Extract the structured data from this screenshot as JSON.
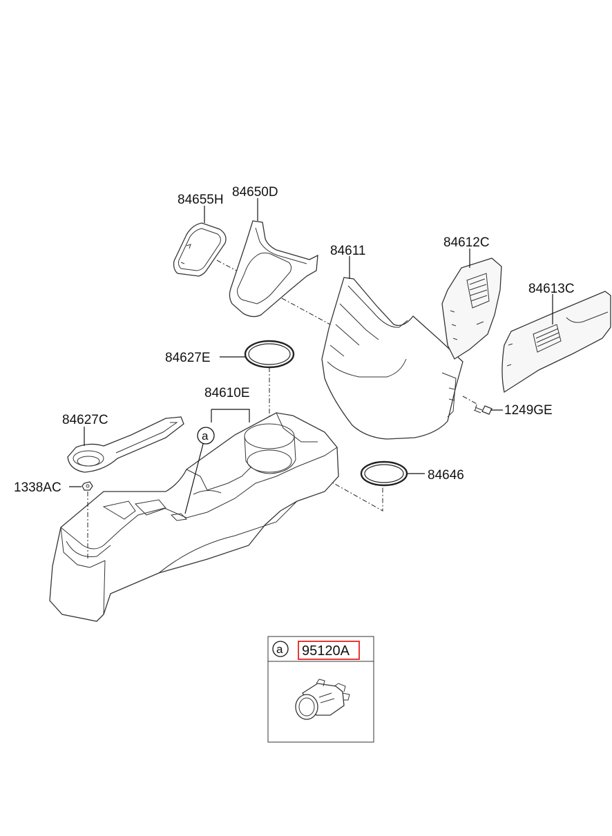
{
  "parts": {
    "p84655H": "84655H",
    "p84650D": "84650D",
    "p84611": "84611",
    "p84612C": "84612C",
    "p84613C": "84613C",
    "p84627E": "84627E",
    "p84610E": "84610E",
    "p84627C": "84627C",
    "p1338AC": "1338AC",
    "p1249GE": "1249GE",
    "p84646": "84646"
  },
  "callout": {
    "ref_letter": "a",
    "part_number": "95120A",
    "highlight_color": "#e8201e"
  }
}
